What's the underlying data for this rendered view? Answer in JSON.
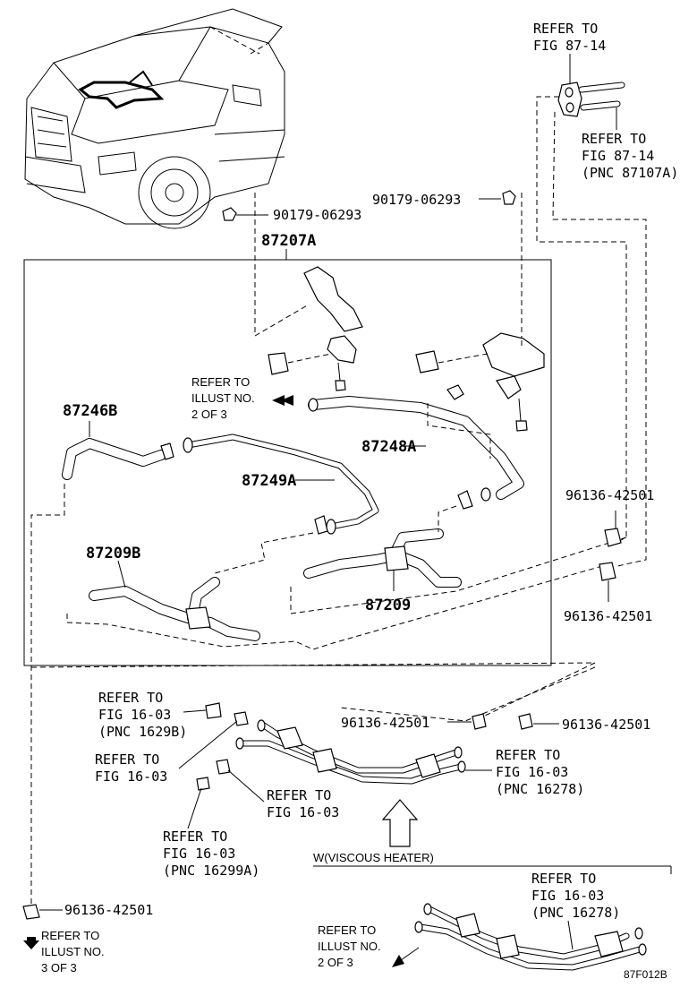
{
  "refer_87_14_top": [
    "REFER TO",
    "FIG 87-14"
  ],
  "refer_87_14_pnc": [
    "REFER TO",
    "FIG 87-14",
    "(PNC 87107A)"
  ],
  "part_90179_left": "90179-06293",
  "part_90179_right": "90179-06293",
  "part_87207A": "87207A",
  "refer_illust_2_top": [
    "REFER TO",
    "ILLUST NO.",
    "2 OF 3"
  ],
  "part_87246B": "87246B",
  "part_87248A": "87248A",
  "part_87249A": "87249A",
  "part_87209B": "87209B",
  "part_87209": "87209",
  "part_96136_a": "96136-42501",
  "part_96136_b": "96136-42501",
  "part_96136_c": "96136-42501",
  "part_96136_d": "96136-42501",
  "part_96136_e": "96136-42501",
  "refer_16_03_pnc1629b": [
    "REFER TO",
    "FIG 16-03",
    "(PNC 1629B)"
  ],
  "refer_16_03_a": [
    "REFER TO",
    "FIG 16-03"
  ],
  "refer_16_03_b": [
    "REFER TO",
    "FIG 16-03"
  ],
  "refer_16_03_pnc16299a": [
    "REFER TO",
    "FIG 16-03",
    "(PNC 16299A)"
  ],
  "refer_16_03_pnc16278_a": [
    "REFER TO",
    "FIG 16-03",
    "(PNC 16278)"
  ],
  "variant_label": "W(VISCOUS HEATER)",
  "refer_16_03_pnc16278_b": [
    "REFER TO",
    "FIG 16-03",
    "(PNC 16278)"
  ],
  "refer_illust_3": [
    "REFER TO",
    "ILLUST NO.",
    "3 OF 3"
  ],
  "refer_illust_2_bottom": [
    "REFER TO",
    "ILLUST NO.",
    "2 OF 3"
  ],
  "figure_code": "87F012B"
}
